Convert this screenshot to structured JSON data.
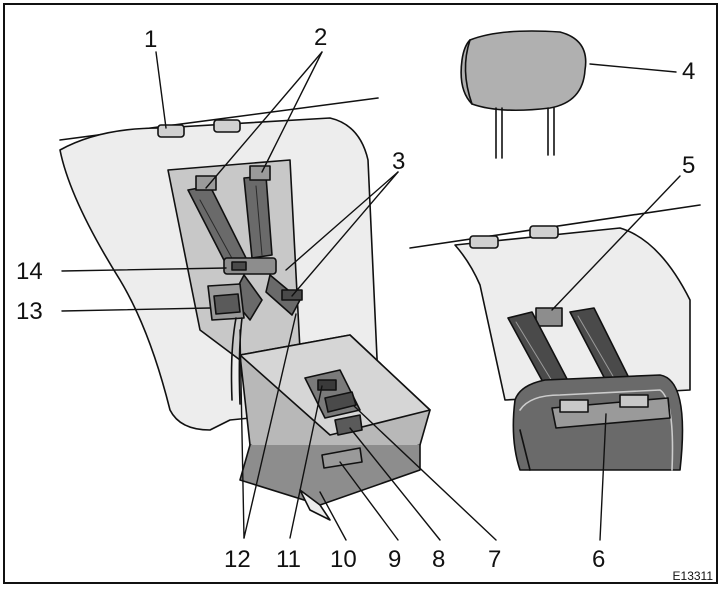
{
  "figure": {
    "callouts": {
      "c1": "1",
      "c2": "2",
      "c3": "3",
      "c4": "4",
      "c5": "5",
      "c6": "6",
      "c7": "7",
      "c8": "8",
      "c9": "9",
      "c10": "10",
      "c11": "11",
      "c12": "12",
      "c13": "13",
      "c14": "14"
    },
    "figure_code": "E13311"
  },
  "colors": {
    "outline": "#111111",
    "seat_light": "#ededed",
    "seat_mid": "#c8c8c8",
    "seat_dark": "#8d8d8d",
    "belt_dark": "#4a4a4a",
    "headrest": "#b0b0b0"
  }
}
